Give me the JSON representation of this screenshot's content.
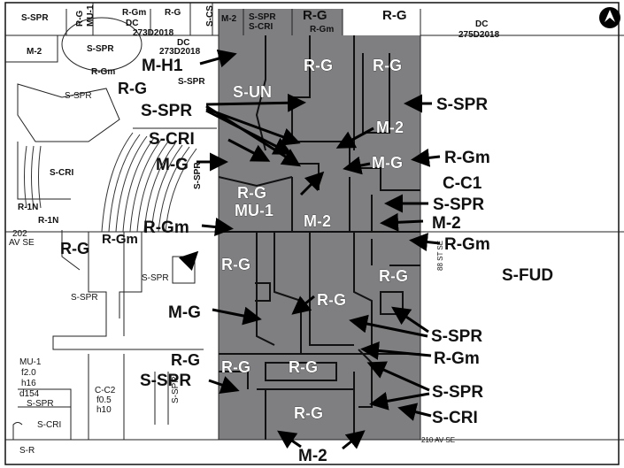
{
  "map": {
    "north_icon": "north-arrow-icon",
    "colors": {
      "shaded": "#7f7f82",
      "line": "#111111",
      "background": "#ffffff"
    },
    "labels": {
      "s_spr_tl": "S-SPR",
      "r_g_tl": "R-G",
      "mu_1_tl": "MU-1",
      "r_gm_top": "R-Gm",
      "r_g_top2": "R-G",
      "dc_top": "DC",
      "dc_top_num": "273D2018",
      "s_cs_top": "S-CS",
      "m_2_top": "M-2",
      "s_spr_top3": "S-SPR",
      "s_cri_top3": "S-CRI",
      "r_g_top3": "R-G",
      "r_gm_top3": "R-Gm",
      "r_g_top4": "R-G",
      "dc_right": "DC",
      "dc_right_num": "275D2018",
      "m_2_left": "M-2",
      "s_spr_left": "S-SPR",
      "r_gm_left": "R-Gm",
      "r_g_left": "R-G",
      "dc_mid": "DC",
      "dc_mid_num": "273D2018",
      "s_spr_mid": "S-SPR",
      "s_spr_park": "S-SPR",
      "s_cri_left": "S-CRI",
      "s_spr_vert": "S-SPR",
      "r_1n_a": "R-1N",
      "r_1n_b": "R-1N",
      "r_gm_strip": "R-Gm",
      "road_202": "202",
      "road_av_se": "AV SE",
      "r_g_strip": "R-G",
      "s_spr_lower": "S-SPR",
      "s_spr_lower2": "S-SPR",
      "mu_1_lower": "MU-1",
      "mu_1_f": "f2.0",
      "mu_1_h": "h16",
      "mu_1_d": "d154",
      "c_c2": "C-C2",
      "c_c2_f": "f0.5",
      "c_c2_h": "h10",
      "s_spr_bl": "S-SPR",
      "s_spr_bl_vert": "S-SPR",
      "s_cri_bl": "S-CRI",
      "s_r_bl": "S-R",
      "r_g_lower_left": "R-G",
      "m_h1": "M-H1",
      "s_spr_c1": "S-SPR",
      "s_cri_c": "S-CRI",
      "m_g_c1": "M-G",
      "r_g_c": "R-G",
      "mu_1_c": "MU-1",
      "r_gm_c": "R-Gm",
      "m_g_c2": "M-G",
      "s_spr_c2": "S-SPR",
      "in_r_g_1": "R-G",
      "in_r_g_2": "R-G",
      "in_s_un": "S-UN",
      "in_m_2_a": "M-2",
      "in_m_g": "M-G",
      "in_m_2_b": "M-2",
      "in_r_g_3": "R-G",
      "in_r_g_4": "R-G",
      "in_r_g_5": "R-G",
      "in_r_g_6": "R-G",
      "in_r_g_7": "R-G",
      "in_r_g_8": "R-G",
      "r_s_spr_1": "S-SPR",
      "r_r_gm_1": "R-Gm",
      "r_c_c1": "C-C1",
      "r_s_spr_2": "S-SPR",
      "r_m_2": "M-2",
      "r_r_gm_2": "R-Gm",
      "s_fud": "S-FUD",
      "road_88st": "88 ST SE",
      "r_s_spr_3": "S-SPR",
      "r_r_gm_3": "R-Gm",
      "r_s_spr_4": "S-SPR",
      "r_s_cri": "S-CRI",
      "road_210": "210 AV SE",
      "m_2_bottom": "M-2"
    }
  }
}
